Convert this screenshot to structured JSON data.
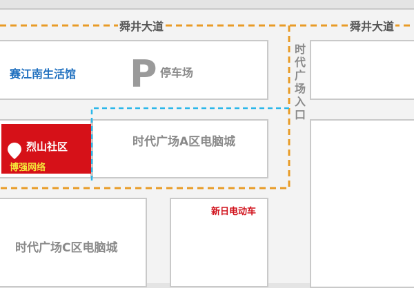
{
  "roads": {
    "top_left": "舜井大道",
    "top_right": "舜井大道",
    "entrance": "时代广场入口"
  },
  "places": {
    "saijiang": "赛江南生活馆",
    "parking_letter": "P",
    "parking": "停车场",
    "building_a": "时代广场A区电脑城",
    "building_c": "时代广场C区电脑城",
    "xinri": "新日电动车"
  },
  "marker": {
    "title": "烈山社区",
    "subtitle": "博强网络"
  },
  "colors": {
    "route_orange": "#e89b26",
    "route_blue": "#2bb7ea",
    "marker_red": "#d61118",
    "marker_subtitle": "#f5e63a"
  }
}
